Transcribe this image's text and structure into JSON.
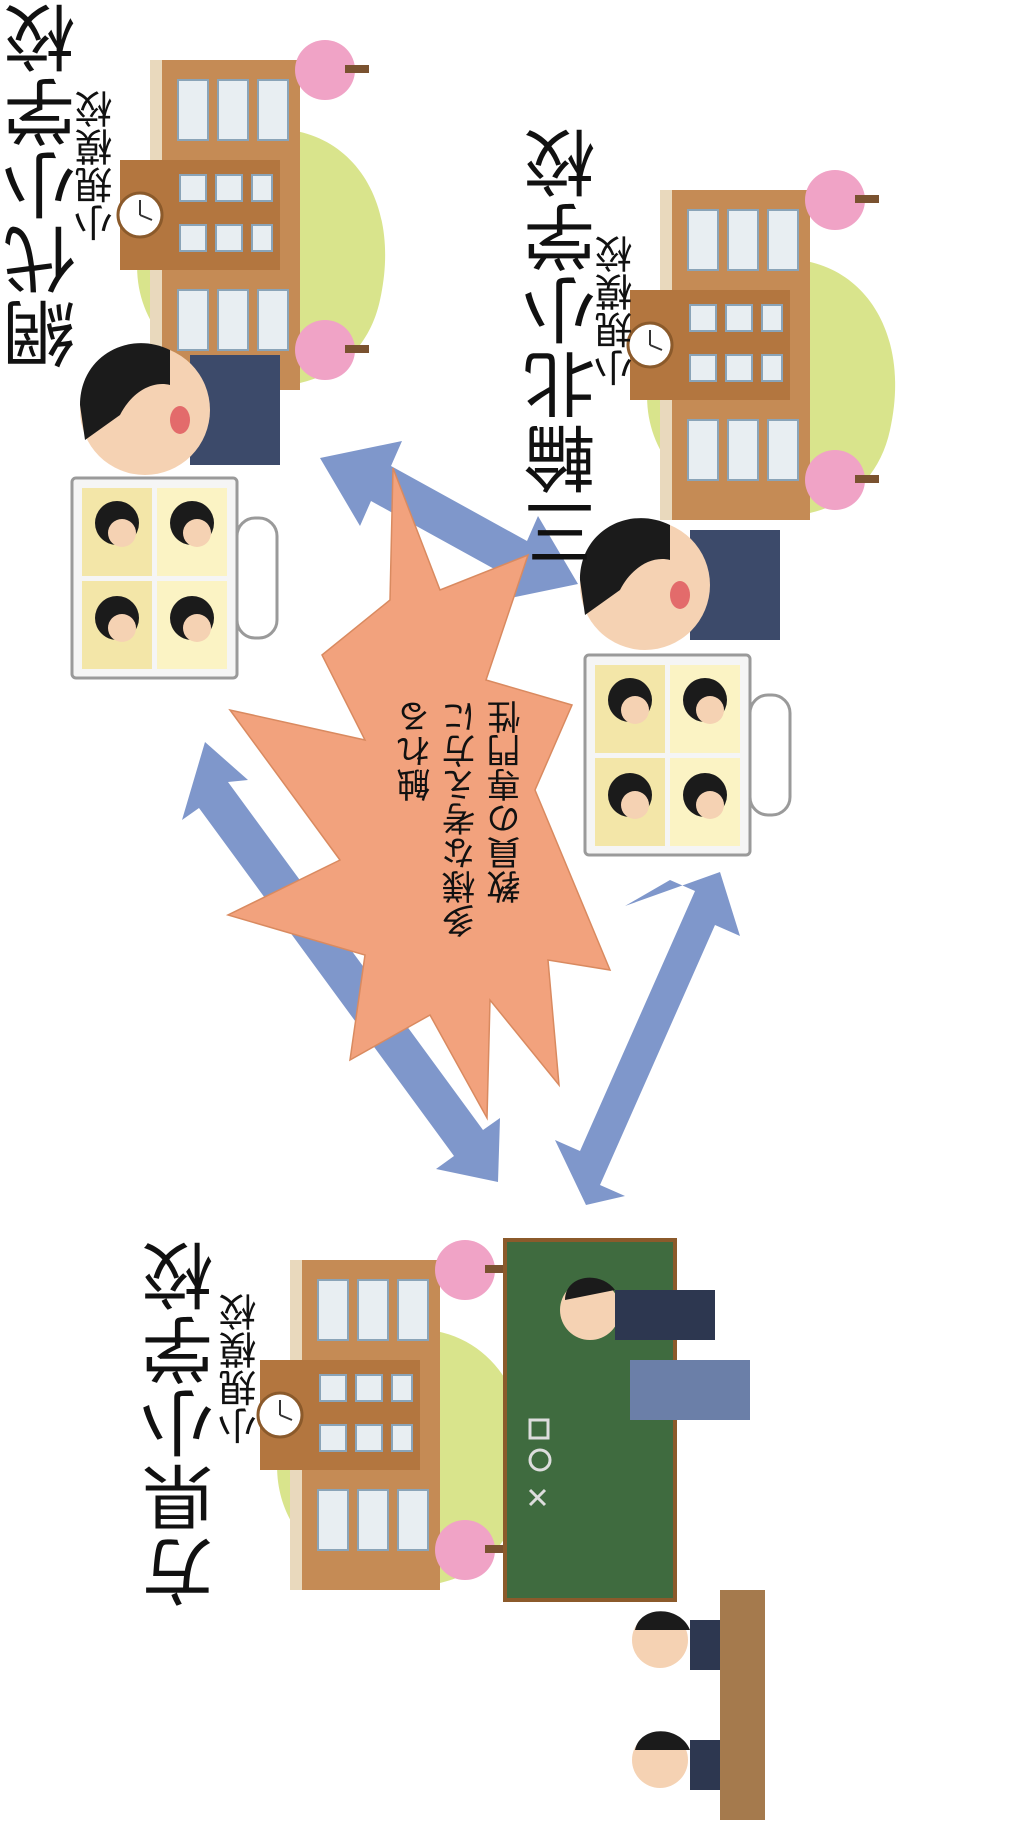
{
  "schools": [
    {
      "name": "網代小学校",
      "size": "小規模校"
    },
    {
      "name": "三輪北小学校",
      "size": "小規模校"
    },
    {
      "name": "方県小学校",
      "size": "小規模校"
    }
  ],
  "center_message": {
    "lines": [
      "教員の専門性",
      "多様な考え方に",
      "触れる"
    ]
  },
  "colors": {
    "arrow": "#7f97cb",
    "burst": "#f2a27d",
    "chalkboard": "#3f6b3f"
  },
  "icons": [
    "school-building-icon",
    "teacher-online-icon",
    "classroom-teacher-icon"
  ]
}
